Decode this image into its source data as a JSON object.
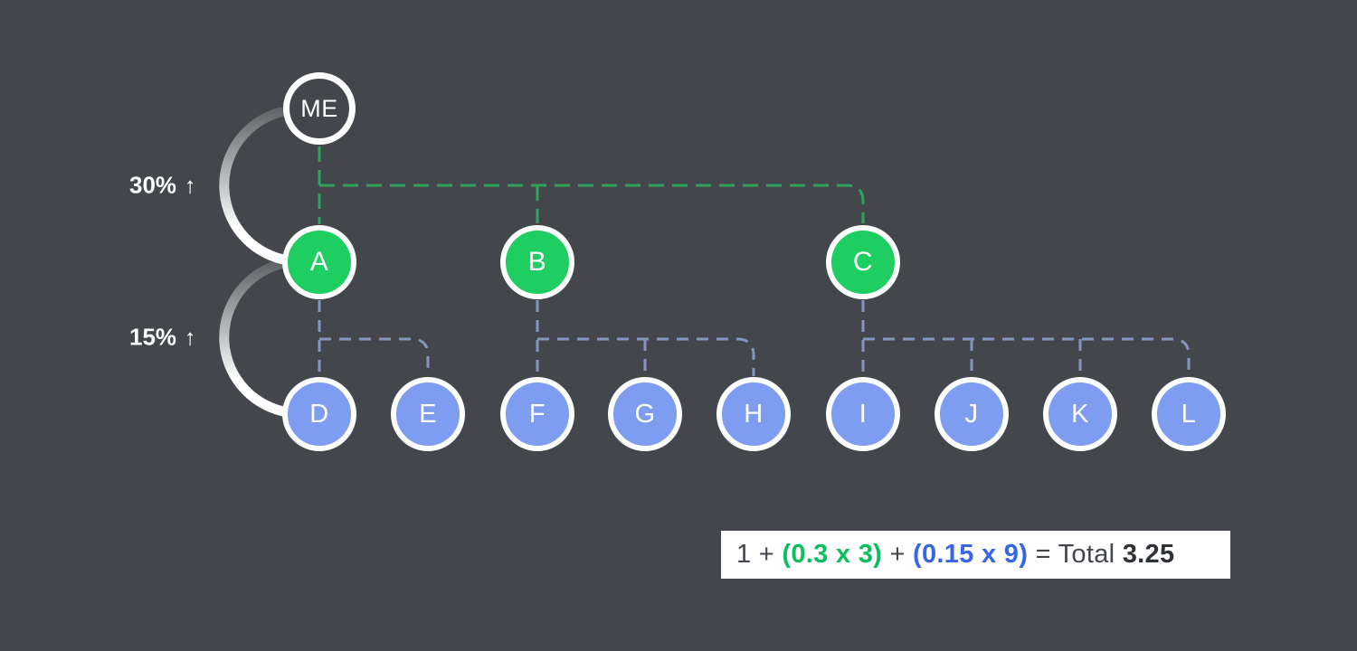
{
  "diagram_title": "referral-network-tree",
  "colors": {
    "background": "#43474B",
    "node_green": "#1ECE60",
    "node_blue": "#7E9CF0",
    "dash_green": "#2FA35C",
    "dash_blue": "#8496BD",
    "formula_green": "#0CBF5E",
    "formula_blue": "#3765E8",
    "node_border": "#FFFFFF",
    "text": "#FFFFFF"
  },
  "rates": {
    "tier1": {
      "label": "30%",
      "arrow": "↑"
    },
    "tier2": {
      "label": "15%",
      "arrow": "↑"
    }
  },
  "nodes": {
    "me": {
      "label": "ME"
    },
    "tier1": [
      {
        "label": "A"
      },
      {
        "label": "B"
      },
      {
        "label": "C"
      }
    ],
    "tier2": [
      {
        "label": "D"
      },
      {
        "label": "E"
      },
      {
        "label": "F"
      },
      {
        "label": "G"
      },
      {
        "label": "H"
      },
      {
        "label": "I"
      },
      {
        "label": "J"
      },
      {
        "label": "K"
      },
      {
        "label": "L"
      }
    ]
  },
  "structure": {
    "me_children": [
      "A",
      "B",
      "C"
    ],
    "A_children": [
      "D",
      "E"
    ],
    "B_children": [
      "F",
      "G",
      "H"
    ],
    "C_children": [
      "I",
      "J",
      "K",
      "L"
    ]
  },
  "formula": {
    "base": "1",
    "plus1": " + ",
    "tier1_group": "(0.3 x 3)",
    "plus2": " + ",
    "tier2_group": "(0.15 x 9)",
    "equals": " = Total ",
    "total": "3.25"
  }
}
